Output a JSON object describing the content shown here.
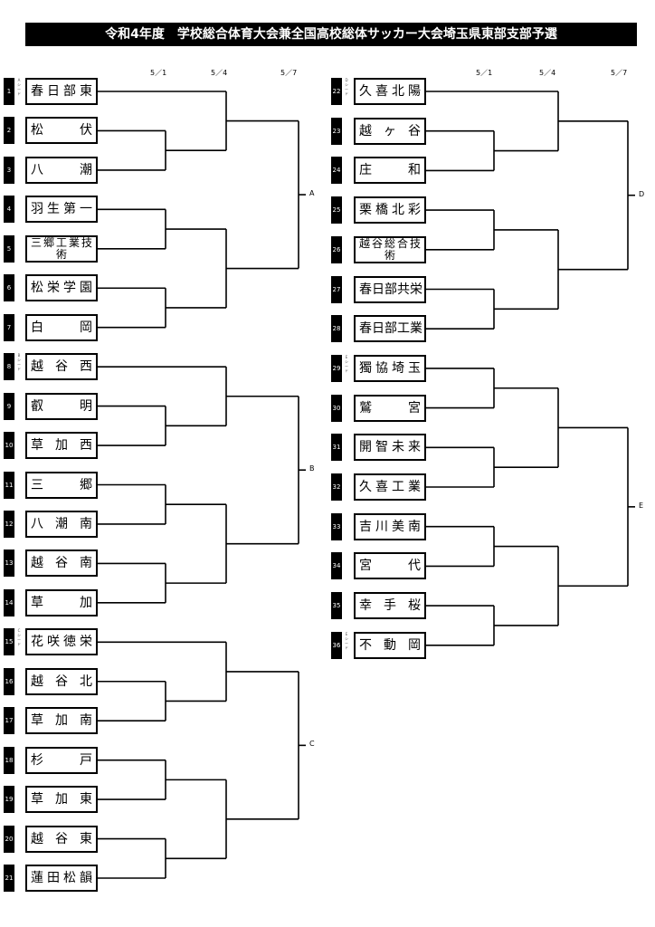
{
  "title": "令和4年度　学校総合体育大会兼全国高校総体サッカー大会埼玉県東部支部予選",
  "dates": [
    "5／1",
    "5／4",
    "5／7"
  ],
  "teams": [
    {
      "no": "1",
      "name": "春日部東",
      "seed": "Aシード"
    },
    {
      "no": "2",
      "name": "松伏"
    },
    {
      "no": "3",
      "name": "八潮"
    },
    {
      "no": "4",
      "name": "羽生第一"
    },
    {
      "no": "5",
      "name": "三郷工業技術"
    },
    {
      "no": "6",
      "name": "松栄学園"
    },
    {
      "no": "7",
      "name": "白岡"
    },
    {
      "no": "8",
      "name": "越谷西",
      "seed": "Bシード"
    },
    {
      "no": "9",
      "name": "叡明"
    },
    {
      "no": "10",
      "name": "草加西"
    },
    {
      "no": "11",
      "name": "三郷"
    },
    {
      "no": "12",
      "name": "八潮南"
    },
    {
      "no": "13",
      "name": "越谷南"
    },
    {
      "no": "14",
      "name": "草加"
    },
    {
      "no": "15",
      "name": "花咲徳栄",
      "seed": "Cシード"
    },
    {
      "no": "16",
      "name": "越谷北"
    },
    {
      "no": "17",
      "name": "草加南"
    },
    {
      "no": "18",
      "name": "杉戸"
    },
    {
      "no": "19",
      "name": "草加東"
    },
    {
      "no": "20",
      "name": "越谷東"
    },
    {
      "no": "21",
      "name": "蓮田松韻"
    },
    {
      "no": "22",
      "name": "久喜北陽",
      "seed": "Dシード"
    },
    {
      "no": "23",
      "name": "越ヶ谷"
    },
    {
      "no": "24",
      "name": "庄和"
    },
    {
      "no": "25",
      "name": "栗橋北彩"
    },
    {
      "no": "26",
      "name": "越谷総合技術"
    },
    {
      "no": "27",
      "name": "春日部共栄"
    },
    {
      "no": "28",
      "name": "春日部工業"
    },
    {
      "no": "29",
      "name": "獨協埼玉",
      "seed": "Eシード"
    },
    {
      "no": "30",
      "name": "鷲宮"
    },
    {
      "no": "31",
      "name": "開智未来"
    },
    {
      "no": "32",
      "name": "久喜工業"
    },
    {
      "no": "33",
      "name": "吉川美南"
    },
    {
      "no": "34",
      "name": "宮代"
    },
    {
      "no": "35",
      "name": "幸手桜"
    },
    {
      "no": "36",
      "name": "不動岡",
      "seed": "Eシード"
    }
  ],
  "groups": [
    "A",
    "B",
    "C",
    "D",
    "E"
  ]
}
